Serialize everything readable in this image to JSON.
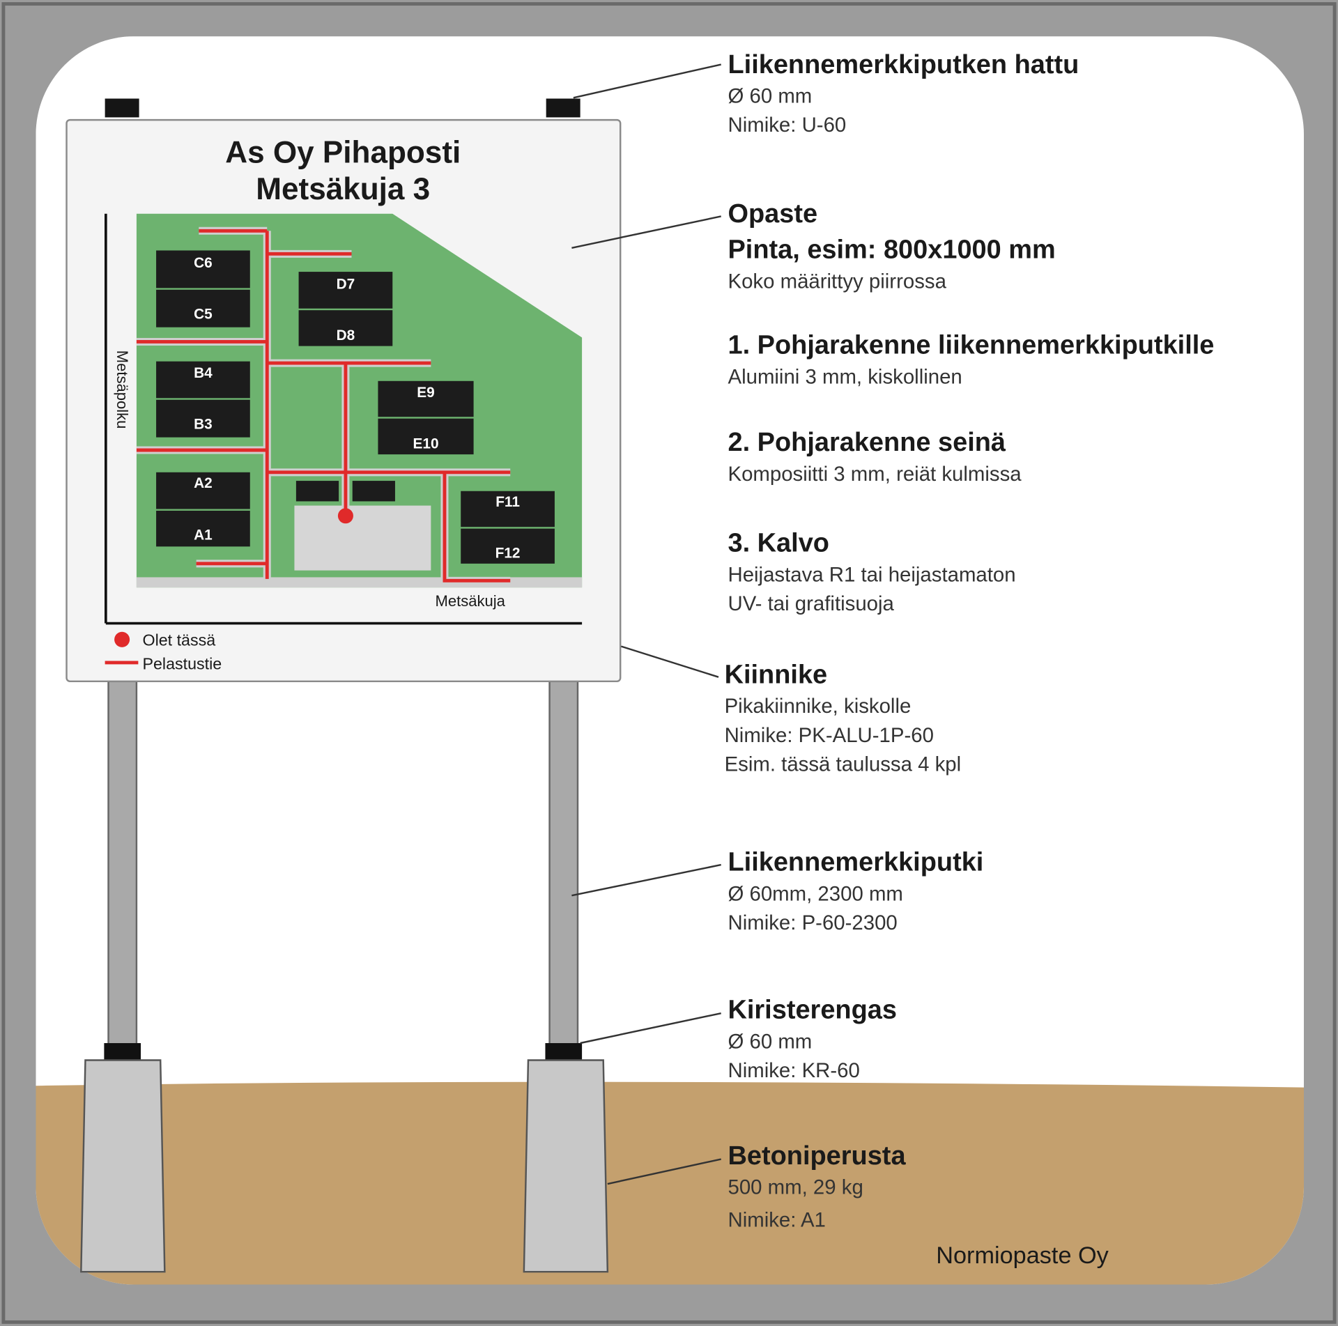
{
  "sign": {
    "title_line1": "As Oy Pihaposti",
    "title_line2": "Metsäkuja 3",
    "street_left": "Metsäpolku",
    "street_bottom": "Metsäkuja",
    "buildings": [
      "C6",
      "C5",
      "D7",
      "D8",
      "B4",
      "B3",
      "E9",
      "E10",
      "A2",
      "A1",
      "F11",
      "F12"
    ],
    "legend": {
      "you_are_here": "Olet tässä",
      "rescue_route": "Pelastustie"
    }
  },
  "callouts": [
    {
      "title": "Liikennemerkkiputken hattu",
      "lines": [
        "Ø 60 mm",
        "Nimike: U-60"
      ]
    },
    {
      "title": "Opaste",
      "subtitle": "Pinta, esim: 800x1000 mm",
      "lines": [
        "Koko määrittyy piirrossa"
      ]
    },
    {
      "title": "1. Pohjarakenne liikennemerkkiputkille",
      "lines": [
        "Alumiini 3 mm, kiskollinen"
      ]
    },
    {
      "title": "2. Pohjarakenne seinä",
      "lines": [
        "Komposiitti 3 mm, reiät kulmissa"
      ]
    },
    {
      "title": "3. Kalvo",
      "lines": [
        "Heijastava R1 tai heijastamaton",
        "UV- tai grafitisuoja"
      ]
    },
    {
      "title": "Kiinnike",
      "lines": [
        "Pikakiinnike, kiskolle",
        "Nimike: PK-ALU-1P-60",
        "Esim. tässä taulussa 4 kpl"
      ]
    },
    {
      "title": "Liikennemerkkiputki",
      "lines": [
        "Ø 60mm, 2300 mm",
        "Nimike: P-60-2300"
      ]
    },
    {
      "title": "Kiristerengas",
      "lines": [
        "Ø 60 mm",
        "Nimike: KR-60"
      ]
    },
    {
      "title": "Betoniperusta",
      "lines": [
        "500 mm, 29 kg",
        "Nimike: A1"
      ]
    }
  ],
  "footer": {
    "company": "Normiopaste Oy"
  },
  "colors": {
    "grass": "#6db36f",
    "route": "#e02a2a",
    "ground": "#c4a06e",
    "building": "#1c1c1c"
  }
}
